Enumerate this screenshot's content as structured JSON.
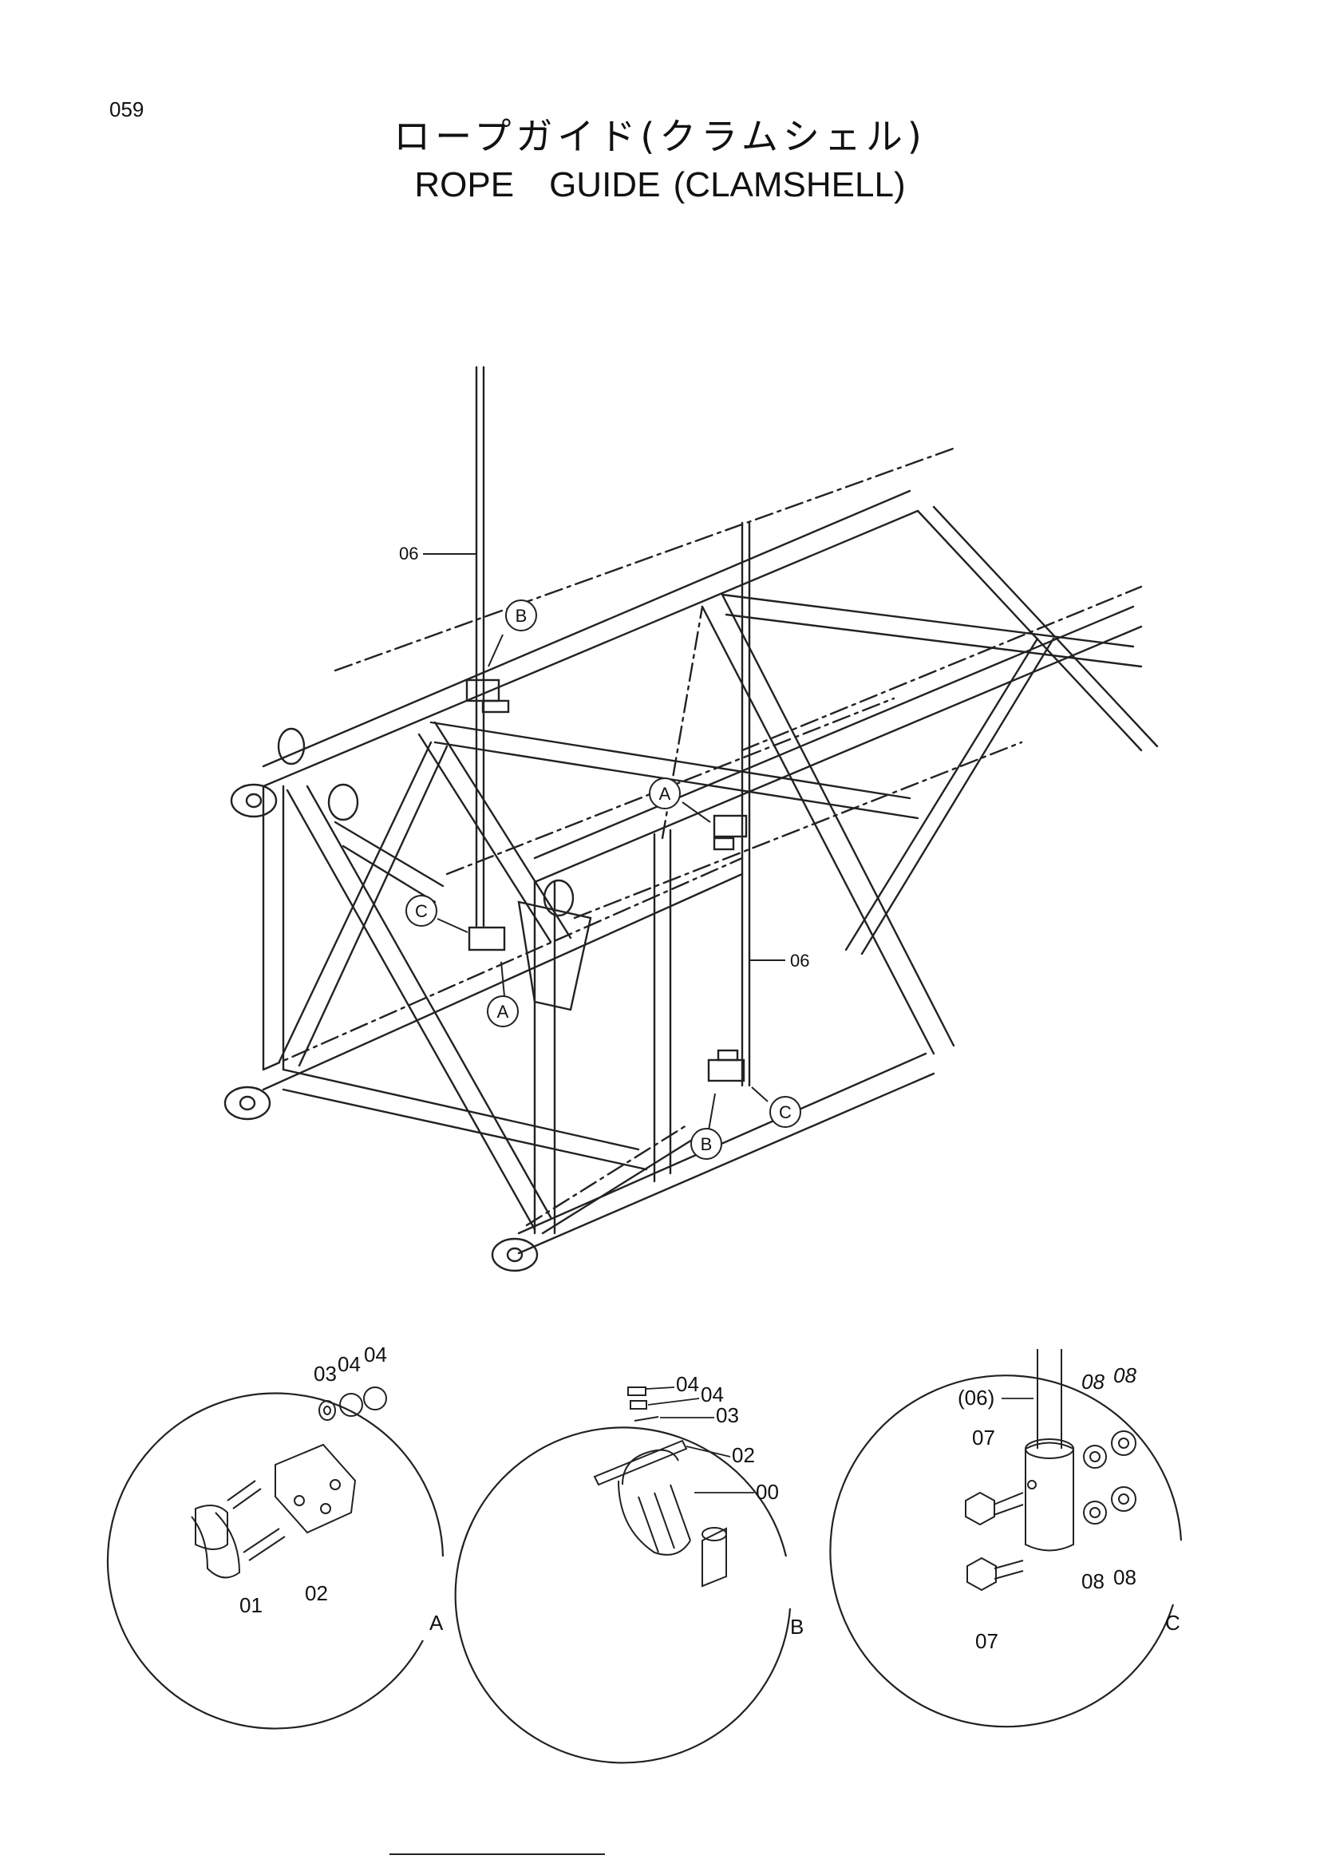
{
  "page": {
    "number": "059"
  },
  "title": {
    "japanese": "ロープガイド(クラムシェル)",
    "english": "ROPE　GUIDE (CLAMSHELL)"
  },
  "main_view": {
    "callouts": {
      "upper_left_part": "06",
      "lower_right_part": "06",
      "b_upper": "B",
      "a_upper": "A",
      "c_left": "C",
      "a_lower": "A",
      "b_lower": "B",
      "c_right": "C"
    }
  },
  "details": {
    "a": {
      "id": "A",
      "parts": {
        "p01": "01",
        "p02": "02",
        "p03": "03",
        "p04a": "04",
        "p04b": "04"
      }
    },
    "b": {
      "id": "B",
      "parts": {
        "p04a": "04",
        "p04b": "04",
        "p03": "03",
        "p02": "02",
        "p00": "00"
      }
    },
    "c": {
      "id": "C",
      "parts": {
        "p06": "(06)",
        "p07a": "07",
        "p07b": "07",
        "p08a": "08",
        "p08b": "08",
        "p08c": "08",
        "p08d": "08"
      }
    }
  }
}
